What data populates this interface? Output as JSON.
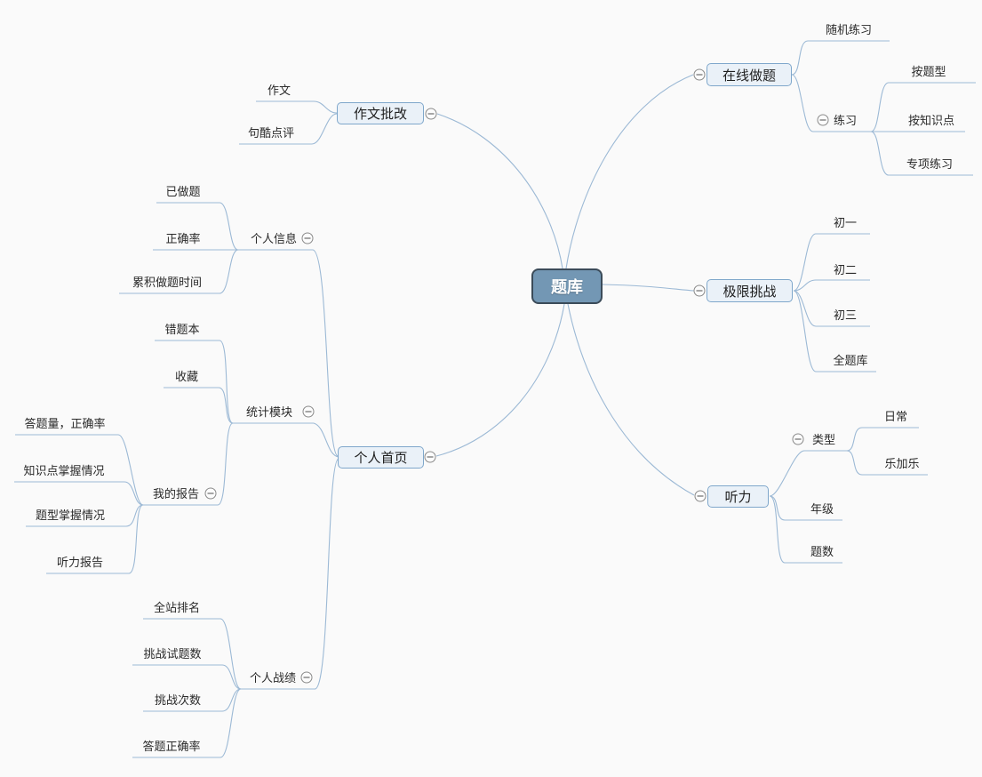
{
  "colors": {
    "background": "#fafafa",
    "branch_line": "#9cb9d5",
    "main_topic_fill": "#eaf1f8",
    "main_topic_border": "#7fa7cb",
    "central_fill": "#7397b4",
    "central_border": "#3b4b59",
    "central_text": "#ffffff",
    "text": "#2a2a2a",
    "collapse_icon_stroke": "#8a8a8a"
  },
  "icons": {
    "collapse_glyph": "minus-in-circle"
  },
  "mindmap": {
    "root": {
      "label": "题库"
    },
    "right": [
      {
        "label": "在线做题",
        "children": [
          {
            "label": "随机练习"
          },
          {
            "label": "练习",
            "children": [
              {
                "label": "按题型"
              },
              {
                "label": "按知识点"
              },
              {
                "label": "专项练习"
              }
            ]
          }
        ]
      },
      {
        "label": "极限挑战",
        "children": [
          {
            "label": "初一"
          },
          {
            "label": "初二"
          },
          {
            "label": "初三"
          },
          {
            "label": "全题库"
          }
        ]
      },
      {
        "label": "听力",
        "children": [
          {
            "label": "类型",
            "children": [
              {
                "label": "日常"
              },
              {
                "label": "乐加乐"
              }
            ]
          },
          {
            "label": "年级"
          },
          {
            "label": "题数"
          }
        ]
      }
    ],
    "left": [
      {
        "label": "作文批改",
        "children": [
          {
            "label": "作文"
          },
          {
            "label": "句酷点评"
          }
        ]
      },
      {
        "label": "个人首页",
        "children": [
          {
            "label": "个人信息",
            "children": [
              {
                "label": "已做题"
              },
              {
                "label": "正确率"
              },
              {
                "label": "累积做题时间"
              }
            ]
          },
          {
            "label": "统计模块",
            "children": [
              {
                "label": "错题本"
              },
              {
                "label": "收藏"
              },
              {
                "label": "我的报告",
                "children": [
                  {
                    "label": "答题量，正确率"
                  },
                  {
                    "label": "知识点掌握情况"
                  },
                  {
                    "label": "题型掌握情况"
                  },
                  {
                    "label": "听力报告"
                  }
                ]
              }
            ]
          },
          {
            "label": "个人战绩",
            "children": [
              {
                "label": "全站排名"
              },
              {
                "label": "挑战试题数"
              },
              {
                "label": "挑战次数"
              },
              {
                "label": "答题正确率"
              }
            ]
          }
        ]
      }
    ]
  }
}
